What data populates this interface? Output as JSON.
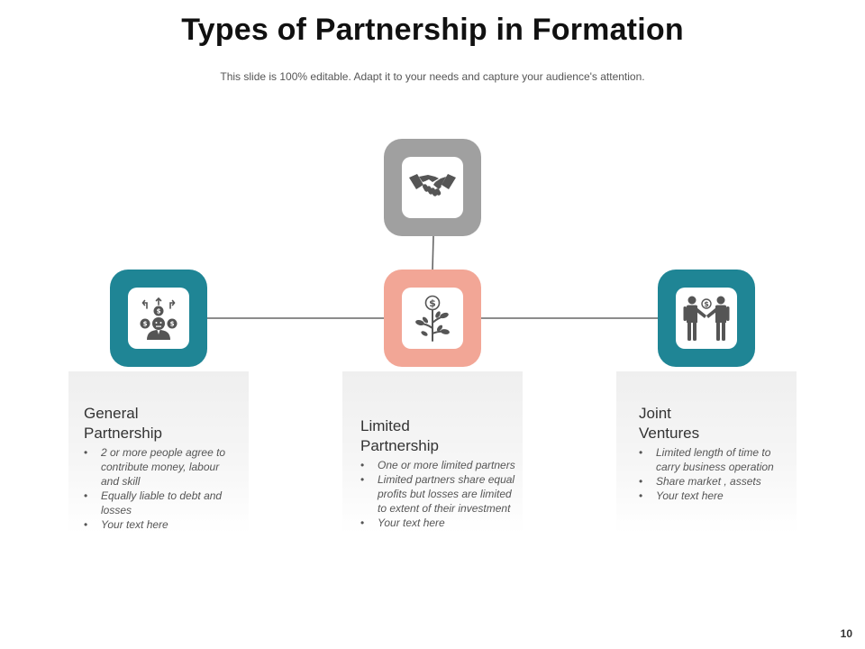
{
  "slide": {
    "title": "Types of Partnership in Formation",
    "subtitle": "This slide is 100% editable. Adapt it to your needs and capture your audience's attention.",
    "page_number": "10"
  },
  "colors": {
    "teal": "#1f8595",
    "gray": "#a0a0a0",
    "salmon": "#f2a696",
    "icon": "#555555",
    "connector": "#666666"
  },
  "top_node": {
    "icon": "handshake-icon"
  },
  "partnerships": [
    {
      "icon": "money-options-person-icon",
      "title_line1": "General",
      "title_line2": "Partnership",
      "bullets": [
        "2 or more people agree to contribute money, labour and skill",
        "Equally liable to debt and losses",
        "Your text here"
      ]
    },
    {
      "icon": "money-plant-icon",
      "title_line1": "Limited",
      "title_line2": "Partnership",
      "bullets": [
        "One or more limited partners",
        "Limited partners share equal profits but losses are limited to extent of their investment",
        "Your text here"
      ]
    },
    {
      "icon": "business-deal-icon",
      "title_line1": "Joint",
      "title_line2": "Ventures",
      "bullets": [
        "Limited length of time to carry business operation",
        "Share market , assets",
        "Your text here"
      ]
    }
  ]
}
